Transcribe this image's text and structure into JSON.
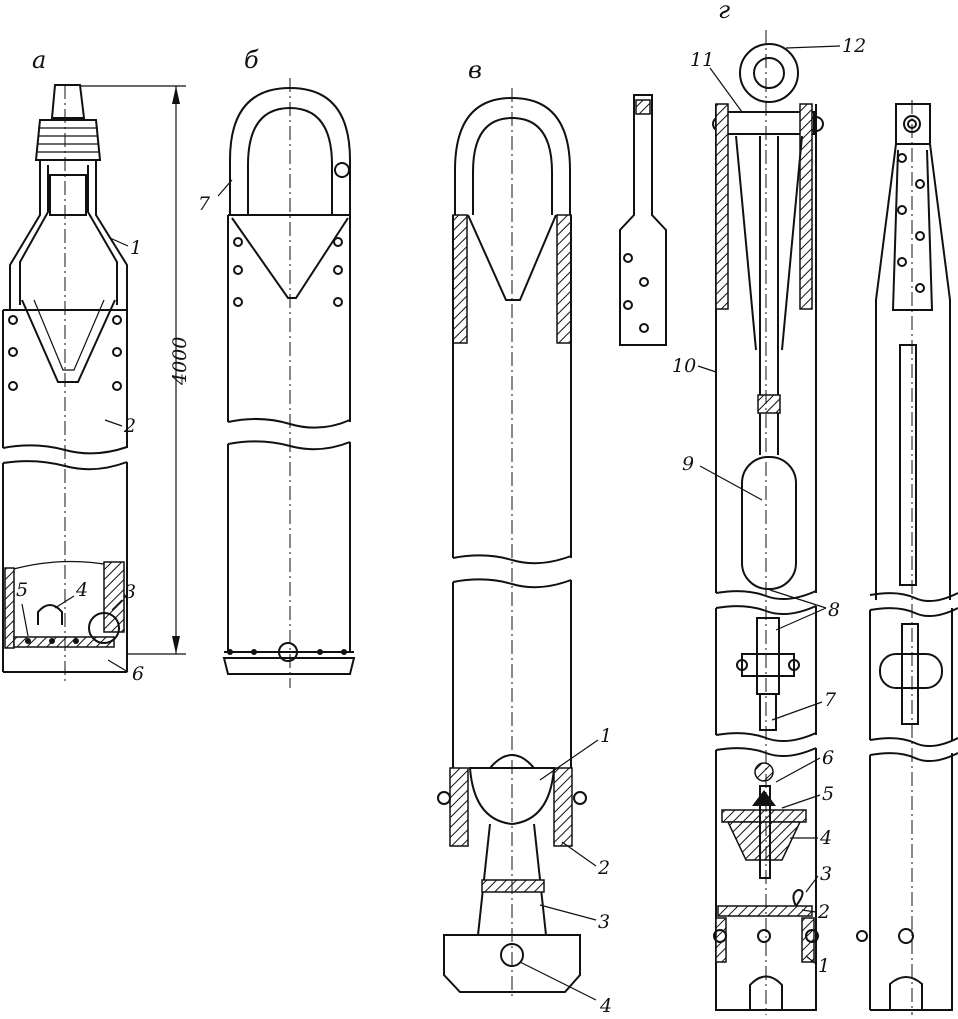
{
  "views": {
    "a": {
      "title": "а",
      "dimension": "4000",
      "labels": [
        "1",
        "2",
        "3",
        "4",
        "5",
        "6"
      ]
    },
    "b": {
      "title": "б",
      "labels": [
        "7"
      ]
    },
    "v": {
      "title": "в",
      "labels": [
        "1",
        "2",
        "3",
        "4"
      ]
    },
    "g": {
      "title": "г",
      "labels": [
        "1",
        "2",
        "3",
        "4",
        "5",
        "6",
        "7",
        "8",
        "9",
        "10",
        "11",
        "12"
      ]
    }
  }
}
